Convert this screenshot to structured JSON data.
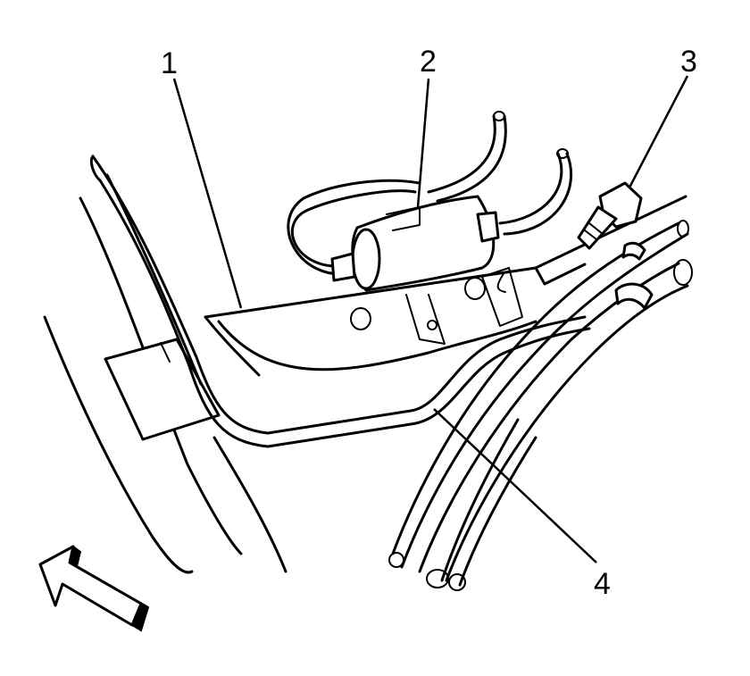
{
  "callouts": [
    {
      "id": "1",
      "text": "1"
    },
    {
      "id": "2",
      "text": "2"
    },
    {
      "id": "3",
      "text": "3"
    },
    {
      "id": "4",
      "text": "4"
    }
  ],
  "colors": {
    "ink": "#000000",
    "paper": "#ffffff"
  },
  "icons": [
    "direction-arrow-icon"
  ]
}
